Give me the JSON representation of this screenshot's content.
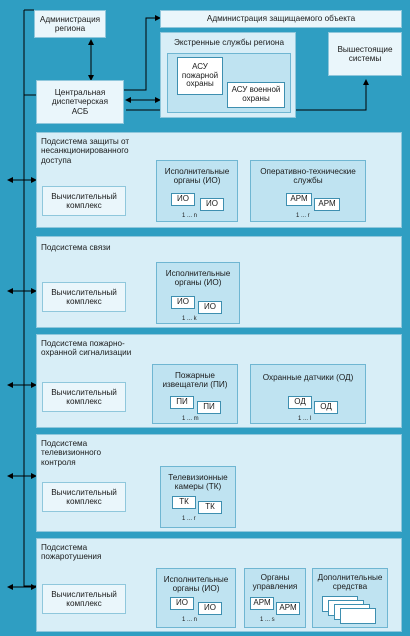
{
  "top": {
    "admin_region": "Администрация\nрегиона",
    "admin_object": "Администрация защищаемого объекта",
    "emergency_title": "Экстренные службы региона",
    "asu_fire": "АСУ\nпожарной\nохраны",
    "asu_military": "АСУ военной\nохраны",
    "higher_systems": "Вышестоящие\nсистемы",
    "central": "Центральная\nдиспетчерская\nАСБ"
  },
  "subsystems": {
    "access": {
      "title": "Подсистема защиты от\nнесанкционированного\nдоступа",
      "computer": "Вычислительный\nкомплекс",
      "exec_title": "Исполнительные\nорганы (ИО)",
      "exec_item": "ИО",
      "exec_range": "1 ... n",
      "ops_title": "Оперативно-технические\nслужбы",
      "ops_item": "АРМ",
      "ops_range": "1 ... r"
    },
    "comm": {
      "title": "Подсистема связи",
      "computer": "Вычислительный\nкомплекс",
      "exec_title": "Исполнительные\nорганы (ИО)",
      "exec_item": "ИО",
      "exec_range": "1 ... k"
    },
    "fire_alarm": {
      "title": "Подсистема пожарно-\nохранной сигнализации",
      "computer": "Вычислительный\nкомплекс",
      "det_title": "Пожарные\nизвещатели (ПИ)",
      "det_item": "ПИ",
      "det_range": "1 ... m",
      "sec_title": "Охранные датчики (ОД)",
      "sec_item": "ОД",
      "sec_range": "1 ... l"
    },
    "tv": {
      "title": "Подсистема\nтелевизионного\nконтроля",
      "computer": "Вычислительный\nкомплекс",
      "cam_title": "Телевизионные\nкамеры (ТК)",
      "cam_item": "ТК",
      "cam_range": "1 ... r"
    },
    "extinguish": {
      "title": "Подсистема\nпожаротушения",
      "computer": "Вычислительный\nкомплекс",
      "exec_title": "Исполнительные\nорганы (ИО)",
      "exec_item": "ИО",
      "exec_range": "1 ... n",
      "ctrl_title": "Органы\nуправления",
      "ctrl_item": "АРМ",
      "ctrl_range": "1 ... s",
      "extra_title": "Дополнительные\nсредства"
    }
  }
}
